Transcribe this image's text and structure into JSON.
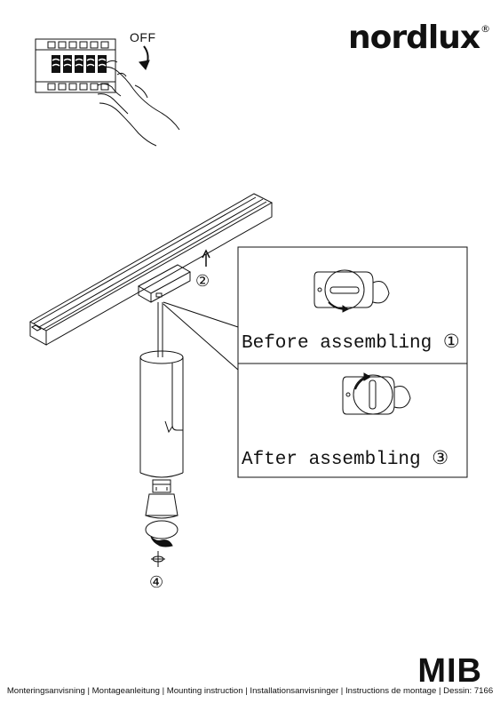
{
  "brand": {
    "name": "nordlux",
    "trademark": "®"
  },
  "switch_step": {
    "label": "OFF"
  },
  "steps": {
    "two": "②",
    "four": "④"
  },
  "detail_panel": {
    "before": "Before assembling ①",
    "after": "After assembling ③"
  },
  "product": {
    "model": "MIB"
  },
  "footer": {
    "text": "Monteringsanvisning | Montageanleitung | Mounting instruction | Installationsanvisninger | Instructions de montage | Dessin: 7166"
  }
}
